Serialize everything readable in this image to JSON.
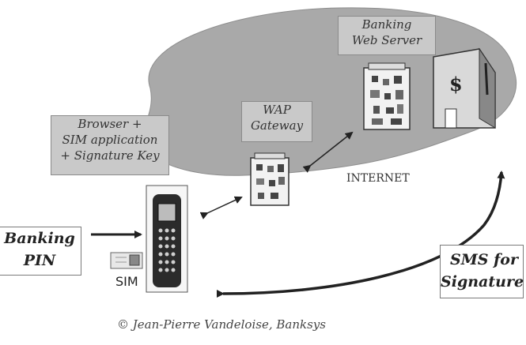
{
  "labels": {
    "banking_web_server": "Banking\nWeb Server",
    "wap_gateway": "WAP\nGateway",
    "browser_sim": "Browser +\nSIM application\n+ Signature Key",
    "internet": "INTERNET",
    "banking_pin": "Banking\nPIN",
    "sim": "SIM",
    "sms_signature": "SMS for\nSignature",
    "copyright": "© Jean-Pierre Vandeloise, Banksys",
    "bank_sign": "$"
  },
  "icons": {
    "server": "server-tower-icon",
    "gateway": "gateway-tower-icon",
    "bank": "bank-building-icon",
    "phone": "mobile-phone-icon",
    "sim_card": "sim-card-icon"
  },
  "colors": {
    "cloud": "#a9a9a9",
    "label_fill": "#c9c9c9",
    "ink": "#333333"
  }
}
